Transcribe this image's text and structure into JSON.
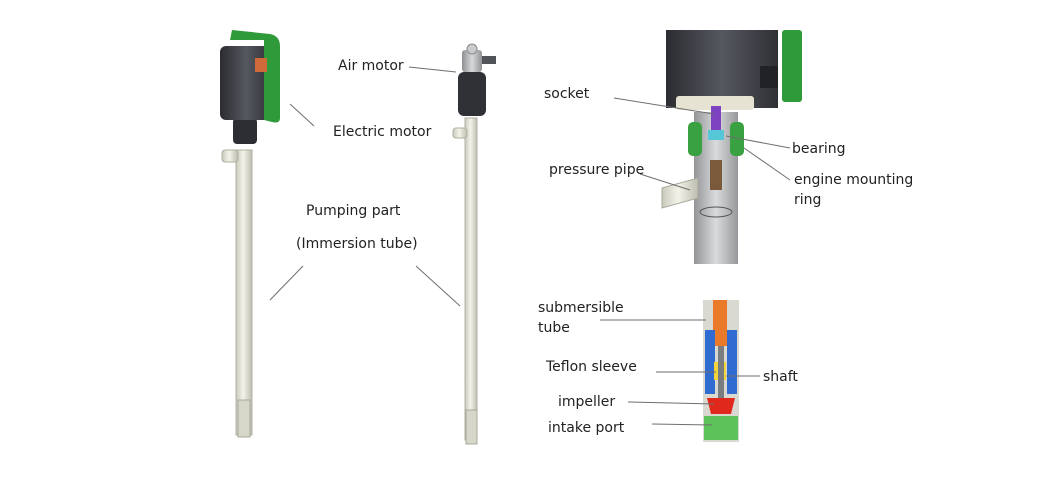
{
  "labels": {
    "air_motor": "Air motor",
    "electric_motor": "Electric motor",
    "pumping_part": "Pumping part",
    "immersion_tube": "(Immersion tube)",
    "socket": "socket",
    "bearing": "bearing",
    "pressure_pipe": "pressure pipe",
    "engine_mounting_line1": "engine mounting",
    "engine_mounting_line2": "ring",
    "submersible_line1": "submersible",
    "submersible_line2": "tube",
    "teflon_sleeve": "Teflon sleeve",
    "shaft": "shaft",
    "impeller": "impeller",
    "intake_port": "intake port"
  },
  "colors": {
    "motor_body": "#3c3f45",
    "accent_green": "#2f9a3a",
    "tube": "#e4e4d6",
    "shaft_orange": "#e87a2a",
    "sleeve_blue": "#2f6bd0",
    "teflon_yellow": "#f2d33a",
    "impeller_red": "#e0281c",
    "intake_green": "#5cc35a"
  }
}
